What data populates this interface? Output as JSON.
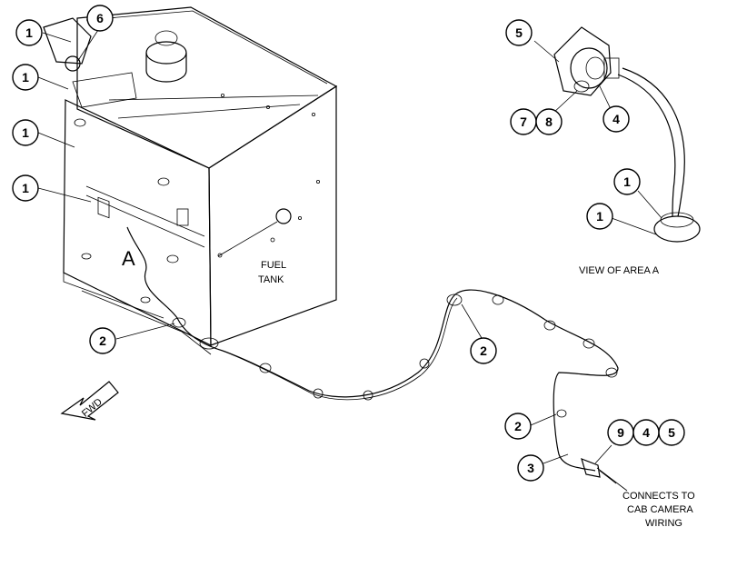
{
  "labels": {
    "fuel_tank_line1": "FUEL",
    "fuel_tank_line2": "TANK",
    "area_marker": "A",
    "view_of_area": "VIEW OF AREA A",
    "connects_line1": "CONNECTS TO",
    "connects_line2": "CAB CAMERA",
    "connects_line3": "WIRING",
    "fwd_arrow": "FWD"
  },
  "callouts": [
    {
      "id": "c1",
      "text": "1"
    },
    {
      "id": "c6",
      "text": "6"
    },
    {
      "id": "c1b",
      "text": "1"
    },
    {
      "id": "c1c",
      "text": "1"
    },
    {
      "id": "c1d",
      "text": "1"
    },
    {
      "id": "c2a",
      "text": "2"
    },
    {
      "id": "c5a",
      "text": "5"
    },
    {
      "id": "c7",
      "text": "7"
    },
    {
      "id": "c8",
      "text": "8"
    },
    {
      "id": "c4a",
      "text": "4"
    },
    {
      "id": "c1e",
      "text": "1"
    },
    {
      "id": "c1f",
      "text": "1"
    },
    {
      "id": "c2b",
      "text": "2"
    },
    {
      "id": "c2c",
      "text": "2"
    },
    {
      "id": "c3",
      "text": "3"
    },
    {
      "id": "c9",
      "text": "9"
    },
    {
      "id": "c4b",
      "text": "4"
    },
    {
      "id": "c5b",
      "text": "5"
    }
  ]
}
